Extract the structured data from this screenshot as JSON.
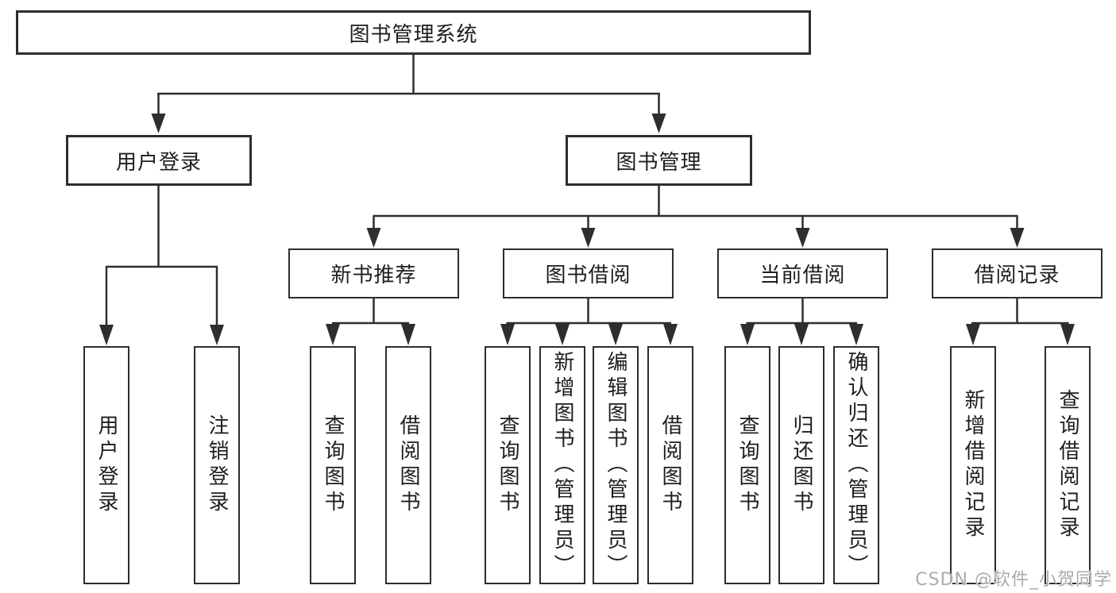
{
  "nodes": {
    "root": "图书管理系统",
    "user_login": "用户登录",
    "book_mgmt": "图书管理",
    "new_books": "新书推荐",
    "book_borrow": "图书借阅",
    "current_borrow": "当前借阅",
    "borrow_records": "借阅记录",
    "leaf_user_login": "用户登录",
    "leaf_logout": "注销登录",
    "leaf_nb_query": "查询图书",
    "leaf_nb_borrow": "借阅图书",
    "leaf_bb_query": "查询图书",
    "leaf_bb_add": "新增图书（管理员）",
    "leaf_bb_edit": "编辑图书（管理员）",
    "leaf_bb_borrow": "借阅图书",
    "leaf_cb_query": "查询图书",
    "leaf_cb_return": "归还图书",
    "leaf_cb_confirm": "确认归还（管理员）",
    "leaf_br_add": "新增借阅记录",
    "leaf_br_query": "查询借阅记录"
  },
  "colors": {
    "line": "#2e2e2e",
    "box_border": "#2d2d2d",
    "text": "#1e1e1e",
    "watermark": "#ababab"
  },
  "watermark": {
    "text": "CSDN @软件_小贺同学"
  }
}
